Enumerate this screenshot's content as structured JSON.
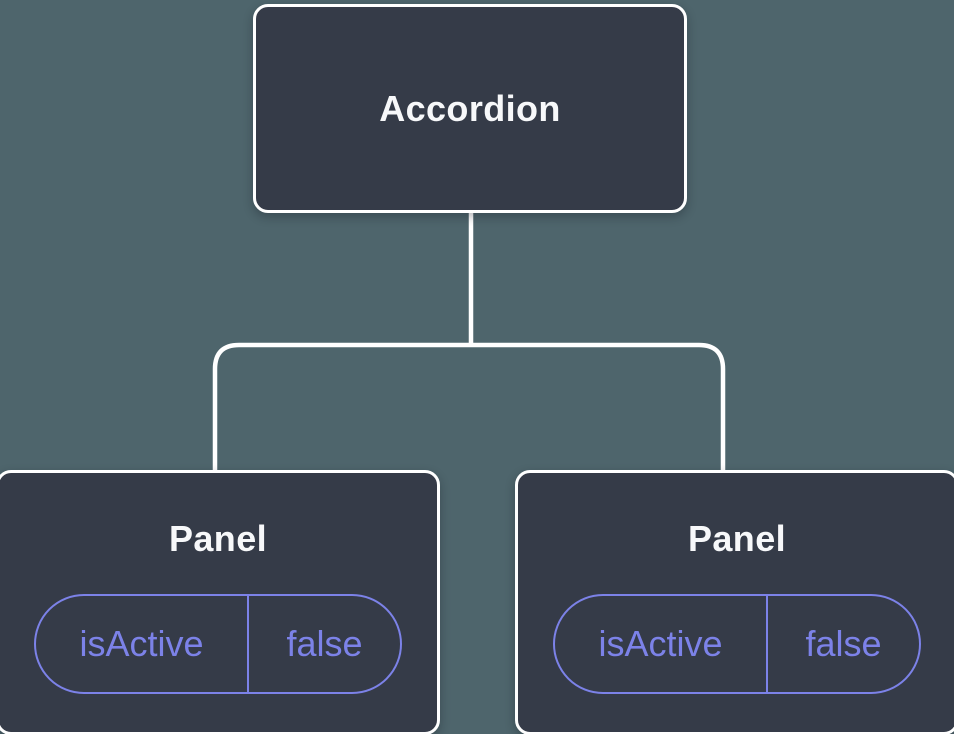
{
  "colors": {
    "background": "#4e656c",
    "node_fill": "#353b48",
    "node_border": "#ffffff",
    "connector": "#ffffff",
    "accent": "#7c82e8",
    "label_text": "#f7f8fa"
  },
  "tree": {
    "root": {
      "label": "Accordion"
    },
    "children": [
      {
        "label": "Panel",
        "state": {
          "key": "isActive",
          "value": "false"
        }
      },
      {
        "label": "Panel",
        "state": {
          "key": "isActive",
          "value": "false"
        }
      }
    ]
  }
}
